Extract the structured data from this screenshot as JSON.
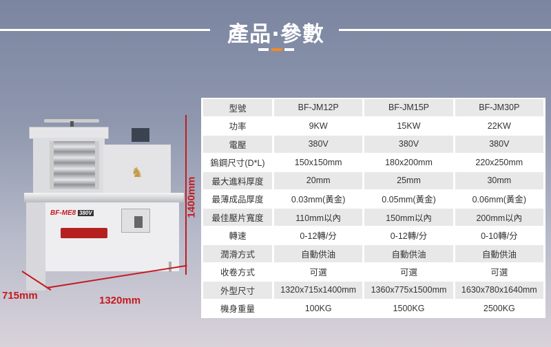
{
  "header": {
    "title": "產品·參數",
    "accent_color": "#f08a24"
  },
  "machine": {
    "model_badge": "BF-ME8",
    "voltage_badge": "380V",
    "dimensions": {
      "height": "1400mm",
      "width": "1320mm",
      "depth": "715mm"
    }
  },
  "table": {
    "rows": [
      {
        "label": "型號",
        "values": [
          "BF-JM12P",
          "BF-JM15P",
          "BF-JM30P"
        ]
      },
      {
        "label": "功率",
        "values": [
          "9KW",
          "15KW",
          "22KW"
        ]
      },
      {
        "label": "電壓",
        "values": [
          "380V",
          "380V",
          "380V"
        ]
      },
      {
        "label": "鎢鋼尺寸(D*L)",
        "values": [
          "150x150mm",
          "180x200mm",
          "220x250mm"
        ]
      },
      {
        "label": "最大進料厚度",
        "values": [
          "20mm",
          "25mm",
          "30mm"
        ]
      },
      {
        "label": "最薄成品厚度",
        "values": [
          "0.03mm(黃金)",
          "0.05mm(黃金)",
          "0.06mm(黃金)"
        ]
      },
      {
        "label": "最佳壓片寬度",
        "values": [
          "110mm以內",
          "150mm以內",
          "200mm以內"
        ]
      },
      {
        "label": "轉速",
        "values": [
          "0-12轉/分",
          "0-12轉/分",
          "0-10轉/分"
        ]
      },
      {
        "label": "潤滑方式",
        "values": [
          "自動供油",
          "自動供油",
          "自動供油"
        ]
      },
      {
        "label": "收卷方式",
        "values": [
          "可選",
          "可選",
          "可選"
        ]
      },
      {
        "label": "外型尺寸",
        "values": [
          "1320x715x1400mm",
          "1360x775x1500mm",
          "1630x780x1640mm"
        ]
      },
      {
        "label": "機身重量",
        "values": [
          "100KG",
          "1500KG",
          "2500KG"
        ]
      }
    ]
  }
}
